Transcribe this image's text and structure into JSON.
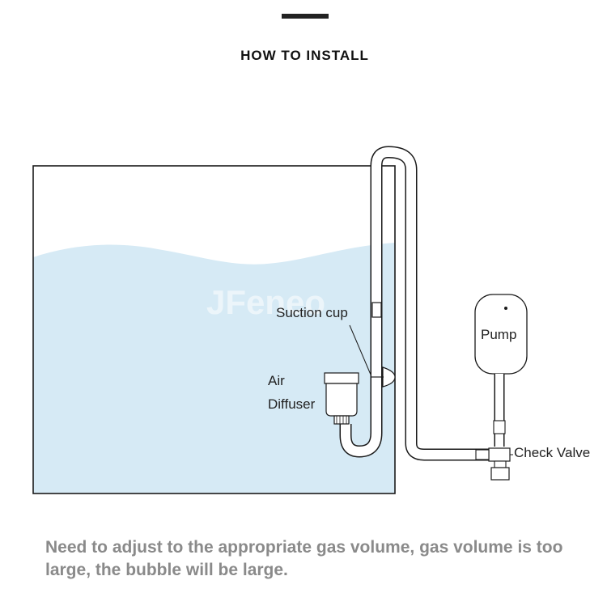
{
  "header": {
    "title": "HOW TO INSTALL"
  },
  "labels": {
    "suction_cup": "Suction cup",
    "air": "Air",
    "diffuser": "Diffuser",
    "pump": "Pump",
    "check_valve": "Check Valve"
  },
  "note": "Need to adjust to the appropriate gas volume, gas volume is too large, the bubble will be large.",
  "colors": {
    "water": "#d6eaf5",
    "line": "#1a1a1a",
    "note_text": "#8a8a8a"
  }
}
